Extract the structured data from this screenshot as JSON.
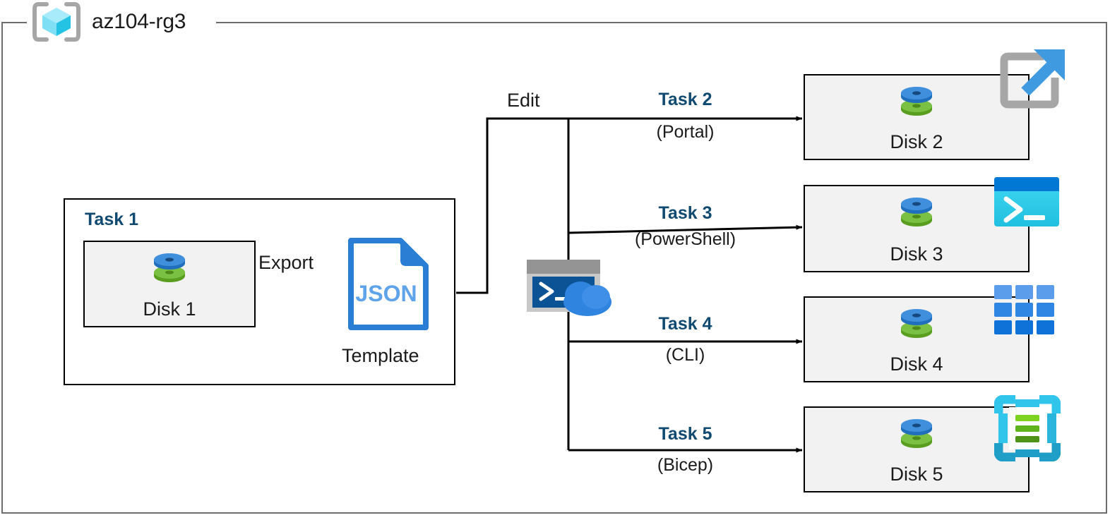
{
  "diagram": {
    "title": "az104-rg3",
    "resource_group_icon": "resource-group-cube-icon",
    "colors": {
      "task_label": "#114a70",
      "box_fill": "#f2f2f2",
      "box_stroke": "#000000",
      "frame_stroke": "#6d6d6d",
      "disk_top": "#3f8fdd",
      "disk_bottom": "#6cb22e",
      "json_blue": "#2a7fd4",
      "powershell_cyan": "#2fd0ef",
      "bicep_cyan": "#32c5ec",
      "cli_blue": "#1f7fe0"
    }
  },
  "task1": {
    "label": "Task 1",
    "source_disk": {
      "caption": "Disk 1",
      "icon": "managed-disk-icon"
    },
    "export_label": "Export",
    "template": {
      "file_type": "JSON",
      "caption": "Template",
      "icon": "json-file-icon"
    }
  },
  "middle": {
    "edit_label": "Edit",
    "shell_icon": "cloud-shell-icon"
  },
  "branches": [
    {
      "task": "Task 2",
      "method": "(Portal)",
      "target_caption": "Disk 2",
      "tool_icon": "azure-portal-icon",
      "disk_icon": "managed-disk-icon"
    },
    {
      "task": "Task 3",
      "method": "(PowerShell)",
      "target_caption": "Disk 3",
      "tool_icon": "powershell-terminal-icon",
      "disk_icon": "managed-disk-icon"
    },
    {
      "task": "Task 4",
      "method": "(CLI)",
      "target_caption": "Disk 4",
      "tool_icon": "azure-cli-grid-icon",
      "disk_icon": "managed-disk-icon"
    },
    {
      "task": "Task 5",
      "method": "(Bicep)",
      "target_caption": "Disk 5",
      "tool_icon": "bicep-file-icon",
      "disk_icon": "managed-disk-icon"
    }
  ]
}
